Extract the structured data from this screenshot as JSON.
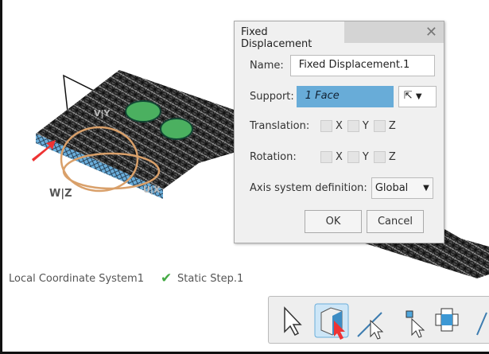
{
  "viewport": {
    "labels": {
      "wz": "W|Z",
      "vy": "V|Y",
      "ux": "U|X"
    },
    "accent": "#6aaedb"
  },
  "tree": {
    "coord_system": "Local Coordinate System1",
    "step": "Static Step.1"
  },
  "dialog": {
    "title": "Fixed Displacement",
    "close_icon": "close-icon",
    "name_label": "Name:",
    "name_value": "Fixed Displacement.1",
    "support_label": "Support:",
    "support_value": "1 Face",
    "translation_label": "Translation:",
    "rotation_label": "Rotation:",
    "axes": [
      "X",
      "Y",
      "Z"
    ],
    "axis_label": "Axis system definition:",
    "axis_value": "Global",
    "ok": "OK",
    "cancel": "Cancel"
  },
  "toolbar": {
    "tools": [
      "select-arrow-icon",
      "face-select-icon",
      "edge-select-icon",
      "vertex-select-icon",
      "move-icon",
      "other-icon"
    ]
  }
}
